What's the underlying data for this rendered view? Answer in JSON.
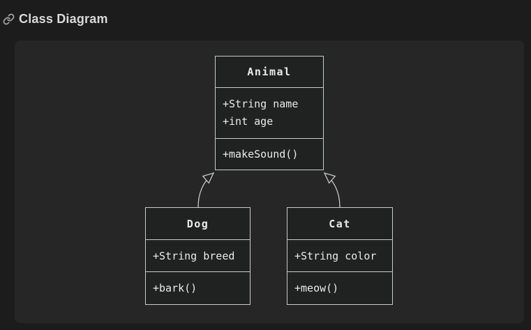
{
  "header": {
    "title": "Class Diagram",
    "anchor_icon": "link-icon"
  },
  "colors": {
    "page_background": "#1c1c1c",
    "panel_background": "#262626",
    "node_fill": "#202121",
    "node_stroke": "#cbcbcb",
    "edge_stroke": "#c9c9c9",
    "text": "#eaeaea",
    "heading_text": "#d9d9d9"
  },
  "diagram": {
    "type": "uml-class-diagram",
    "classes": [
      {
        "name": "Animal",
        "fields": [
          "+String name",
          "+int age"
        ],
        "methods": [
          "+makeSound()"
        ]
      },
      {
        "name": "Dog",
        "fields": [
          "+String breed"
        ],
        "methods": [
          "+bark()"
        ]
      },
      {
        "name": "Cat",
        "fields": [
          "+String color"
        ],
        "methods": [
          "+meow()"
        ]
      }
    ],
    "relations": [
      {
        "from": "Dog",
        "to": "Animal",
        "type": "inheritance"
      },
      {
        "from": "Cat",
        "to": "Animal",
        "type": "inheritance"
      }
    ]
  }
}
